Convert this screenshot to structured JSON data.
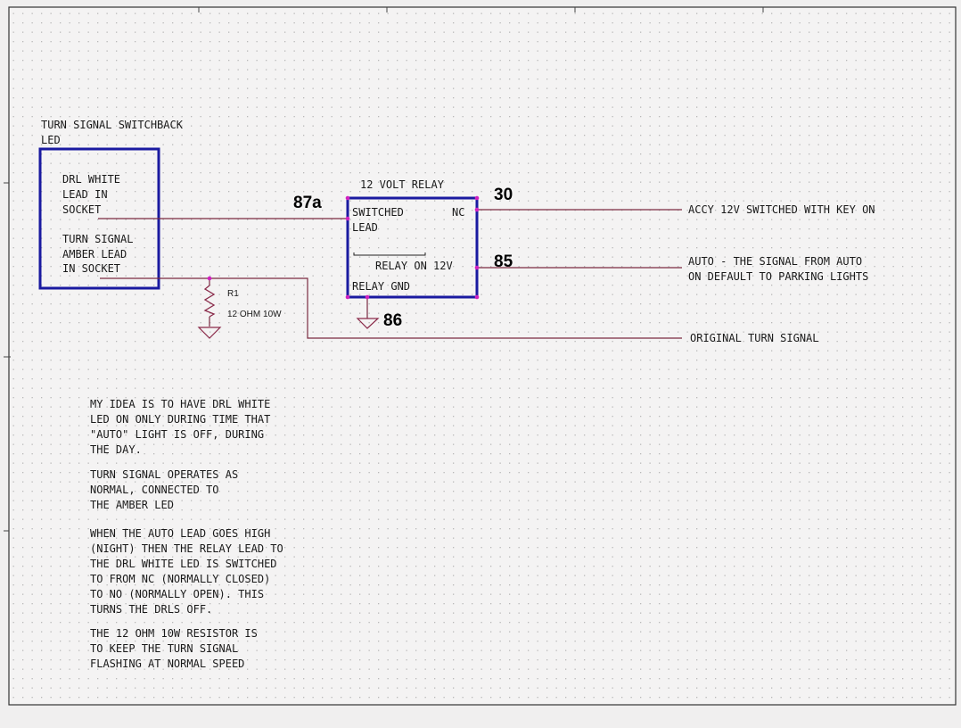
{
  "colors": {
    "wire": "#7a2a40",
    "box": "#1a1aa0",
    "node": "#d020c0",
    "ground": "#8a2a4a",
    "frame": "#333333"
  },
  "led_box": {
    "title_line1": "TURN SIGNAL SWITCHBACK",
    "title_line2": "LED",
    "drl_lines": [
      "DRL WHITE",
      "LEAD IN",
      "SOCKET"
    ],
    "amber_lines": [
      "TURN SIGNAL",
      "AMBER LEAD",
      "IN SOCKET"
    ]
  },
  "relay": {
    "title": "12 VOLT RELAY",
    "switched_line1": "SWITCHED",
    "switched_line2": "LEAD",
    "nc": "NC",
    "relay_on": "RELAY ON 12V",
    "relay_gnd": "RELAY GND"
  },
  "pins": {
    "p87a": "87a",
    "p30": "30",
    "p85": "85",
    "p86": "86"
  },
  "resistor": {
    "ref": "R1",
    "value": "12 OHM 10W"
  },
  "connections": {
    "accy": "ACCY 12V SWITCHED WITH KEY ON",
    "auto_line1": "AUTO - THE SIGNAL FROM AUTO",
    "auto_line2": "ON DEFAULT TO PARKING LIGHTS",
    "original": "ORIGINAL TURN SIGNAL"
  },
  "notes": [
    [
      "MY IDEA IS TO HAVE DRL WHITE",
      "LED ON ONLY DURING TIME THAT",
      "\"AUTO\" LIGHT IS OFF, DURING",
      "THE DAY."
    ],
    [
      "TURN SIGNAL OPERATES AS",
      "NORMAL, CONNECTED TO",
      "THE AMBER LED"
    ],
    [
      "WHEN THE AUTO LEAD GOES HIGH",
      "(NIGHT) THEN THE RELAY LEAD TO",
      "THE DRL WHITE LED IS SWITCHED",
      "TO FROM NC (NORMALLY CLOSED)",
      "TO NO (NORMALLY OPEN). THIS",
      "TURNS THE DRLS OFF."
    ],
    [
      "THE 12 OHM 10W RESISTOR IS",
      "TO KEEP THE TURN SIGNAL",
      "FLASHING AT NORMAL SPEED"
    ]
  ]
}
